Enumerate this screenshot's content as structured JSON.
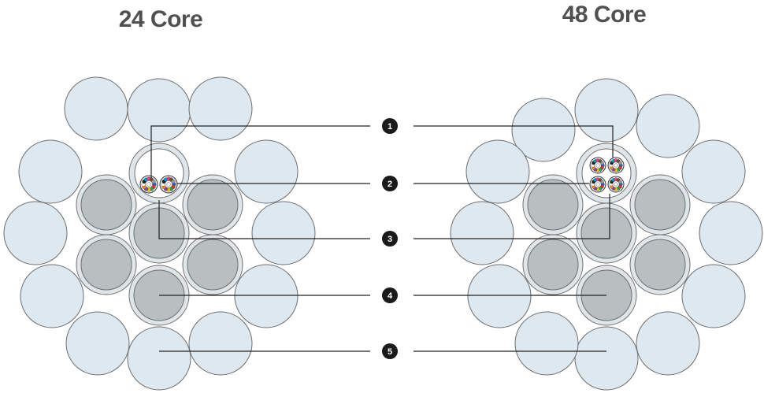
{
  "titles": {
    "left": "24 Core",
    "right": "48 Core"
  },
  "callouts": [
    "1",
    "2",
    "3",
    "4",
    "5"
  ],
  "colors": {
    "outer_wire": "#dde8f0",
    "inner_wire": "#b9bec0",
    "inner_ring": "#dfe5e9",
    "stroke": "#6e6e6e",
    "line": "#222222",
    "badge": "#1a1a1a"
  },
  "fiber_colors": [
    "#2e62c9",
    "#e6332a",
    "#28a745",
    "#f2c200",
    "#8e44ad",
    "#f28c28",
    "#ffffff",
    "#222222",
    "#00a0c6",
    "#e84393",
    "#7a4a2a",
    "#999999"
  ]
}
